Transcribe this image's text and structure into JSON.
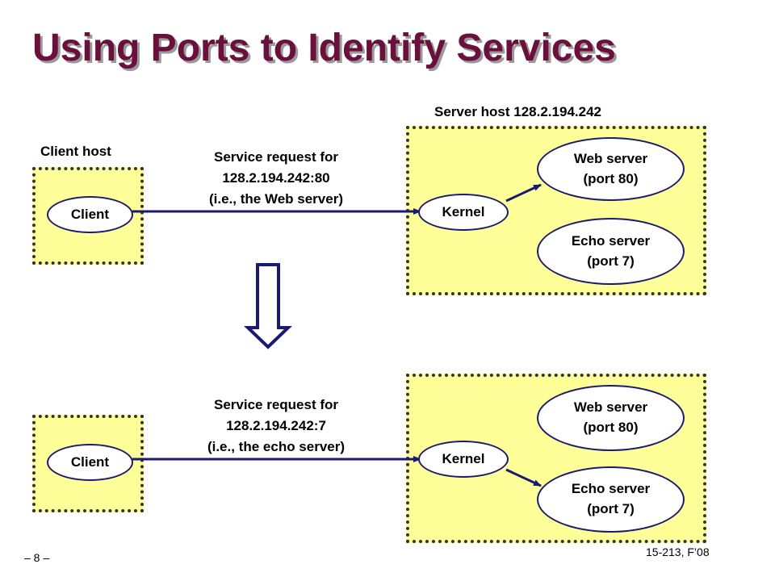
{
  "slide": {
    "title": "Using Ports to Identify Services",
    "page_number": "– 8 –",
    "course": "15-213, F’08"
  },
  "colors": {
    "title": "#6b0f3c",
    "host_fill": "#ffff99",
    "connector": "#1a1a6e"
  },
  "top": {
    "client_host_label": "Client host",
    "server_host_label": "Server host 128.2.194.242",
    "client": "Client",
    "kernel": "Kernel",
    "request": [
      "Service request for",
      "128.2.194.242:80",
      "(i.e., the Web server)"
    ],
    "web_server": [
      "Web server",
      "(port 80)"
    ],
    "echo_server": [
      "Echo server",
      "(port 7)"
    ]
  },
  "bottom": {
    "client": "Client",
    "kernel": "Kernel",
    "request": [
      "Service request for",
      "128.2.194.242:7",
      "(i.e., the echo server)"
    ],
    "web_server": [
      "Web server",
      "(port 80)"
    ],
    "echo_server": [
      "Echo server",
      "(port 7)"
    ]
  }
}
